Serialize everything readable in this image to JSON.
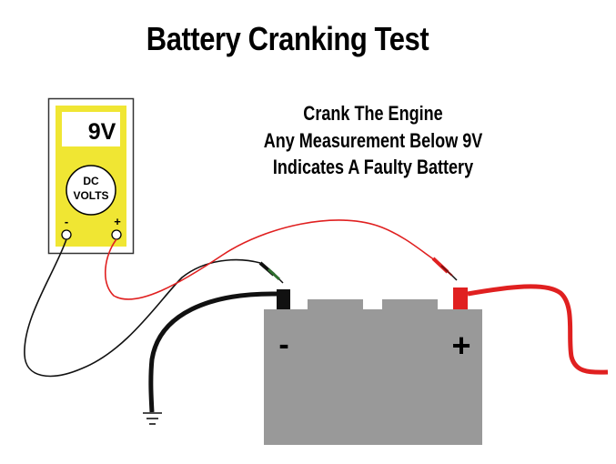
{
  "title": "Battery Cranking Test",
  "instructions": [
    "Crank The Engine",
    "Any Measurement Below 9V",
    "Indicates A Faulty Battery"
  ],
  "multimeter": {
    "reading": "9V",
    "dial_line1": "DC",
    "dial_line2": "VOLTS",
    "negative_label": "-",
    "positive_label": "+",
    "body_color": "#f0e633"
  },
  "battery": {
    "negative_label": "-",
    "positive_label": "+",
    "case_color": "#999999"
  },
  "colors": {
    "positive_lead": "#e02020",
    "negative_lead": "#111111"
  }
}
